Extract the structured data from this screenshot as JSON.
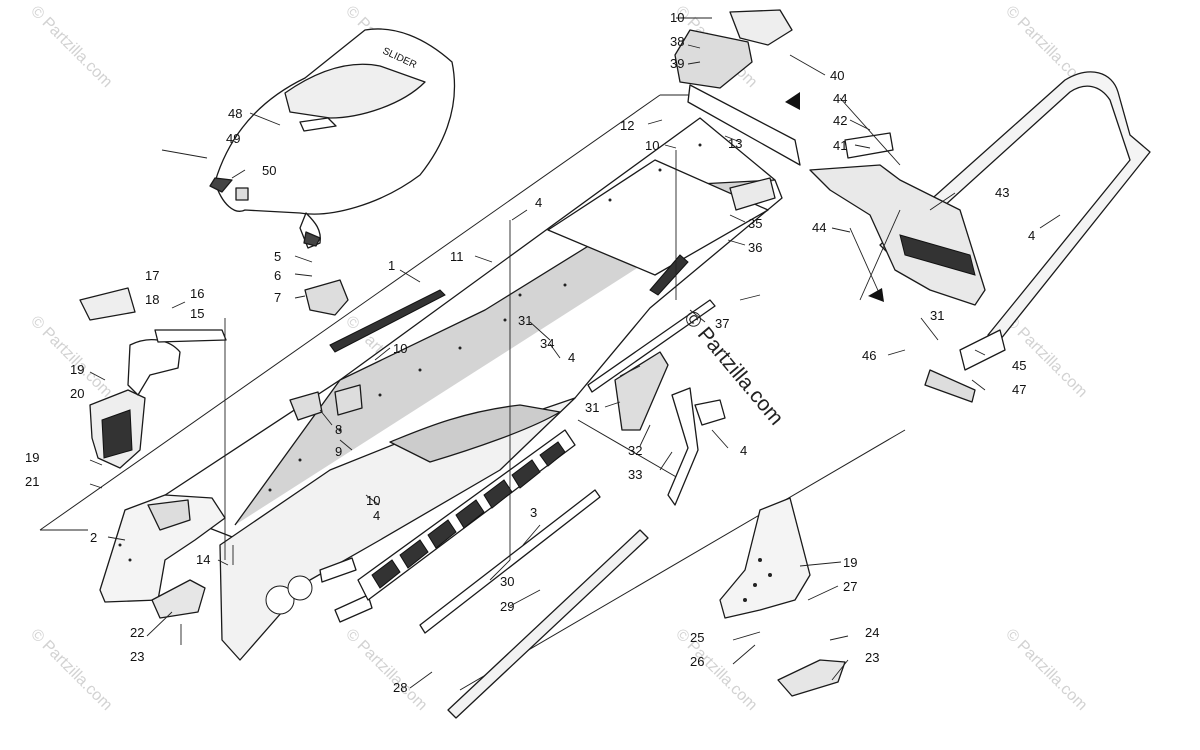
{
  "diagram": {
    "watermark": "© Partzilla.com",
    "callouts": {
      "c1": "1",
      "c2": "2",
      "c3": "3",
      "c4a": "4",
      "c4b": "4",
      "c4c": "4",
      "c4d": "4",
      "c4e": "4",
      "c5": "5",
      "c6": "6",
      "c7": "7",
      "c8": "8",
      "c9": "9",
      "c10a": "10",
      "c10b": "10",
      "c10c": "10",
      "c10d": "10",
      "c11": "11",
      "c12": "12",
      "c13": "13",
      "c14": "14",
      "c15": "15",
      "c16": "16",
      "c17": "17",
      "c18": "18",
      "c19a": "19",
      "c19b": "19",
      "c19c": "19",
      "c20": "20",
      "c21": "21",
      "c22": "22",
      "c23a": "23",
      "c23b": "23",
      "c24": "24",
      "c25": "25",
      "c26": "26",
      "c27": "27",
      "c28": "28",
      "c29": "29",
      "c30": "30",
      "c31a": "31",
      "c31b": "31",
      "c31c": "31",
      "c32": "32",
      "c33": "33",
      "c34": "34",
      "c35": "35",
      "c36": "36",
      "c37": "37",
      "c38": "38",
      "c39": "39",
      "c40": "40",
      "c41": "41",
      "c42": "42",
      "c43": "43",
      "c44a": "44",
      "c44b": "44",
      "c45": "45",
      "c46": "46",
      "c47": "47",
      "c48": "48",
      "c49": "49",
      "c50": "50"
    }
  }
}
